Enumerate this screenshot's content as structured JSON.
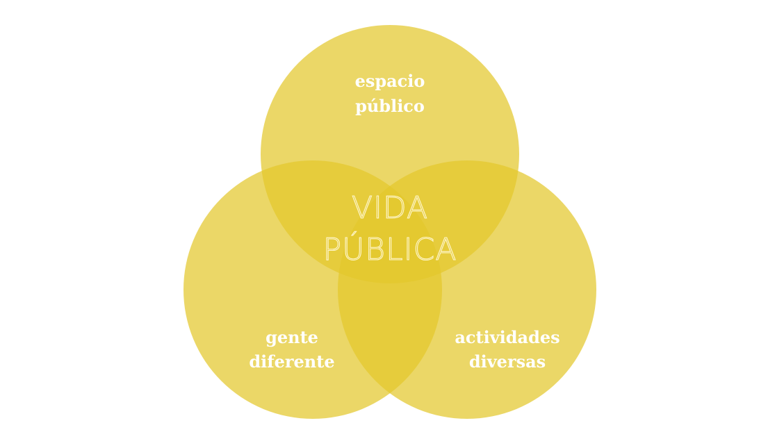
{
  "diagram": {
    "type": "venn",
    "center_label": {
      "line1": "VIDA",
      "line2": "PÚBLICA"
    },
    "sets": [
      {
        "id": "top",
        "line1": "espacio",
        "line2": "público"
      },
      {
        "id": "left",
        "line1": "gente",
        "line2": "diferente"
      },
      {
        "id": "right",
        "line1": "actividades",
        "line2": "diversas"
      }
    ],
    "colors": {
      "circle_fill": "#e3c82c",
      "label_text": "#ffffff",
      "background": "#ffffff"
    }
  }
}
